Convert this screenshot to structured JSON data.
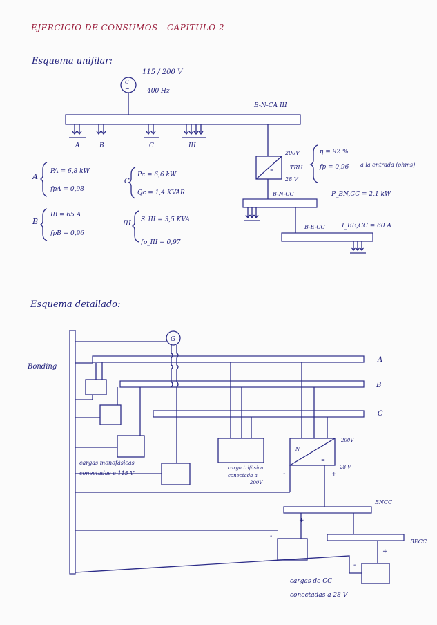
{
  "header": {
    "title": "EJERCICIO DE CONSUMOS - CAPITULO 2"
  },
  "unifilar": {
    "heading": "Esquema unifilar:",
    "generator_voltage": "115 / 200 V",
    "generator_frequency": "400 Hz",
    "bus_ac": "B-N-CA III",
    "load_a_label": "A",
    "load_b_label": "B",
    "load_c_label": "C",
    "load_iii_label": "III",
    "tru_in": "200V",
    "tru_name": "TRU",
    "tru_out": "28 V",
    "tru_eta": "η = 92 %",
    "tru_fp": "fp = 0,96",
    "tru_note": "a la entrada (ohms)",
    "bus_dc": "B-N-CC",
    "p_bncc": "P_BN,CC = 2,1 kW",
    "bus_ess": "B-E-CC",
    "i_becc": "I_BE,CC = 60 A"
  },
  "data": {
    "a_name": "A",
    "a_p": "PA = 6,8 kW",
    "a_fp": "fpA = 0,98",
    "b_name": "B",
    "b_i": "IB = 65 A",
    "b_fp": "fpB = 0,96",
    "c_name": "C",
    "c_p": "Pc = 6,6 kW",
    "c_q": "Qc = 1,4 KVAR",
    "iii_name": "III",
    "iii_s": "S_III = 3,5 KVA",
    "iii_fp": "fp_III = 0,97"
  },
  "detallado": {
    "heading": "Esquema detallado:",
    "bonding": "Bonding",
    "phase_a": "A",
    "phase_b": "B",
    "phase_c": "C",
    "mono_note_1": "cargas monofásicas",
    "mono_note_2": "conectadas a 115 V",
    "tri_note_1": "carga trifásica",
    "tri_note_2": "conectada a",
    "tri_note_3": "200V",
    "tru_in": "200V",
    "tru_out": "28 V",
    "bncc": "BNCC",
    "becc": "BECC",
    "minus_1": "-",
    "plus_1": "+",
    "plus_2": "+",
    "minus_2": "-",
    "plus_3": "+",
    "minus_3": "-",
    "dc_note_1": "cargas de CC",
    "dc_note_2": "conectadas a 28 V"
  }
}
